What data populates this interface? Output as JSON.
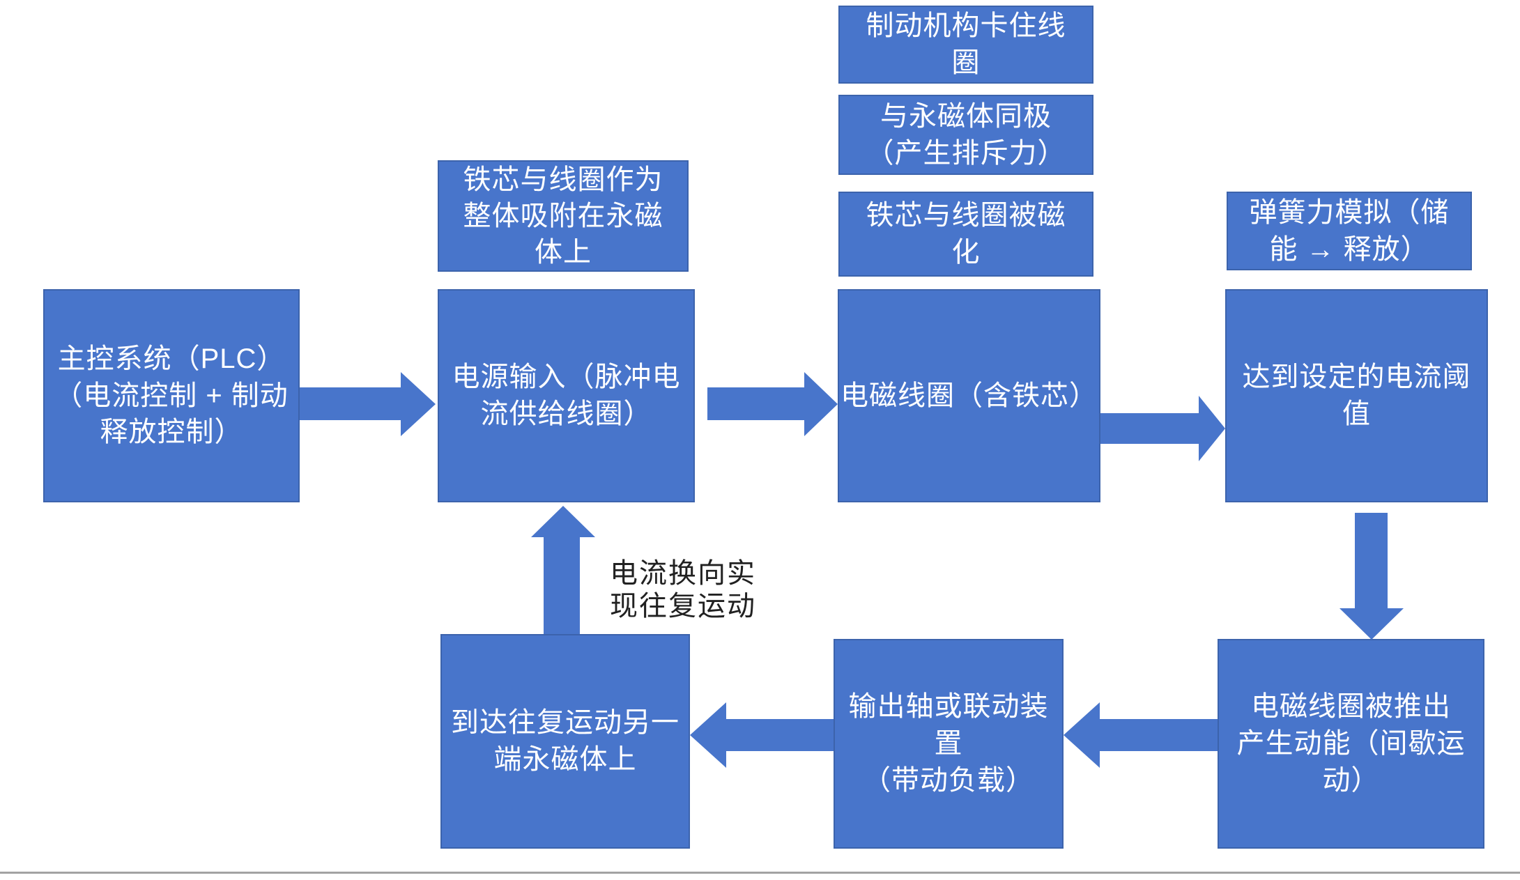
{
  "diagram": {
    "colors": {
      "node_fill": "#4875CB",
      "node_border": "#3C63AC",
      "node_text": "#FFFFFF",
      "annotation_text": "#212121",
      "divider": "#A3A3A3",
      "background": "#FFFFFF"
    },
    "nodes": {
      "plc": {
        "label": "主控系统（PLC）\n（电流控制 + 制动\n释放控制）"
      },
      "core_coil_attach_note": {
        "label": "铁芯与线圈作为\n整体吸附在永磁\n体上"
      },
      "power_input": {
        "label": "电源输入（脉冲电\n流供给线圈）"
      },
      "brake_lock_note": {
        "label": "制动机构卡住线\n圈"
      },
      "same_polarity_note": {
        "label": "与永磁体同极\n（产生排斥力）"
      },
      "magnetized_note": {
        "label": "铁芯与线圈被磁\n化"
      },
      "solenoid_coil": {
        "label": "电磁线圈（含铁芯）"
      },
      "spring_force_note": {
        "label": "弹簧力模拟（储\n能 → 释放）"
      },
      "current_threshold": {
        "label": "达到设定的电流阈\n值"
      },
      "coil_pushed_out": {
        "label": "电磁线圈被推出\n产生动能（间歇运\n动）"
      },
      "output_shaft": {
        "label": "输出轴或联动装置\n（带动负载）"
      },
      "reach_other_end": {
        "label": "到达往复运动另一\n端永磁体上"
      }
    },
    "annotations": {
      "current_reversal": {
        "label": "电流换向实\n现往复运动"
      }
    }
  }
}
